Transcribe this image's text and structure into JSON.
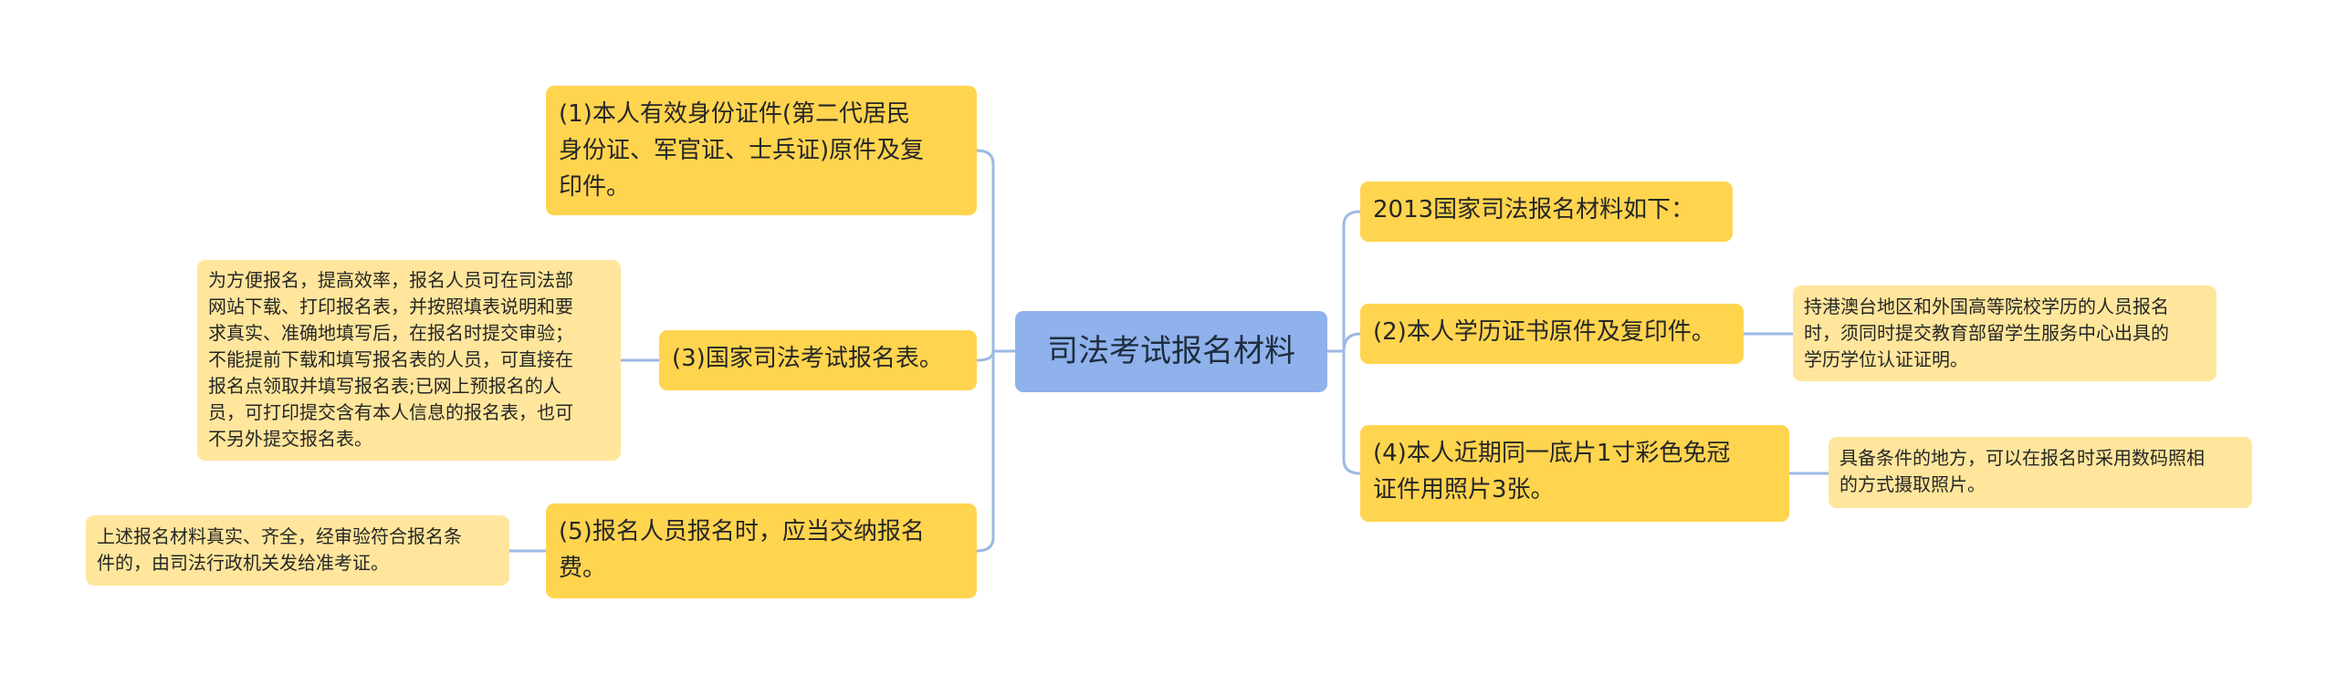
{
  "root": {
    "label": "司法考试报名材料"
  },
  "branches": {
    "b1": "(1)本人有效身份证件(第二代居民\n身份证、军官证、士兵证)原件及复\n印件。",
    "b3": "(3)国家司法考试报名表。",
    "b5": "(5)报名人员报名时，应当交纳报名\n费。",
    "b0": "2013国家司法报名材料如下：",
    "b2": "(2)本人学历证书原件及复印件。",
    "b4": "(4)本人近期同一底片1寸彩色免冠\n证件用照片3张。"
  },
  "leaves": {
    "l3": "为方便报名，提高效率，报名人员可在司法部\n网站下载、打印报名表，并按照填表说明和要\n求真实、准确地填写后，在报名时提交审验；\n不能提前下载和填写报名表的人员，可直接在\n报名点领取并填写报名表;已网上预报名的人\n员，可打印提交含有本人信息的报名表，也可\n不另外提交报名表。",
    "l5": "上述报名材料真实、齐全，经审验符合报名条\n件的，由司法行政机关发给准考证。",
    "l2": "持港澳台地区和外国高等院校学历的人员报名\n时，须同时提交教育部留学生服务中心出具的\n学历学位认证证明。",
    "l4": "具备条件的地方，可以在报名时采用数码照相\n的方式摄取照片。"
  },
  "colors": {
    "root_fill": "#8fb1ec",
    "branch_fill": "#ffd44f",
    "leaf_fill": "#ffe69c",
    "connector": "#9db9e6"
  }
}
